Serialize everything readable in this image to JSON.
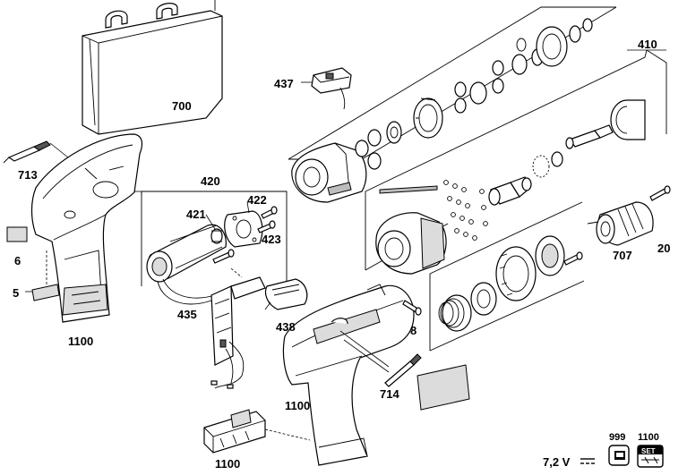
{
  "diagram": {
    "labels": {
      "p700": "700",
      "p713": "713",
      "p6": "6",
      "p5": "5",
      "p1100_left": "1100",
      "p420": "420",
      "p422": "422",
      "p421": "421",
      "p423": "423",
      "p435": "435",
      "p438": "438",
      "p437": "437",
      "p8": "8",
      "p1100_mid": "1100",
      "p714": "714",
      "p1100_bottom": "1100",
      "p410": "410",
      "p20": "20",
      "p707": "707"
    },
    "footer": {
      "voltage": "7,2 V",
      "code_999": "999",
      "code_1100": "1100",
      "set_text": "SET"
    }
  }
}
